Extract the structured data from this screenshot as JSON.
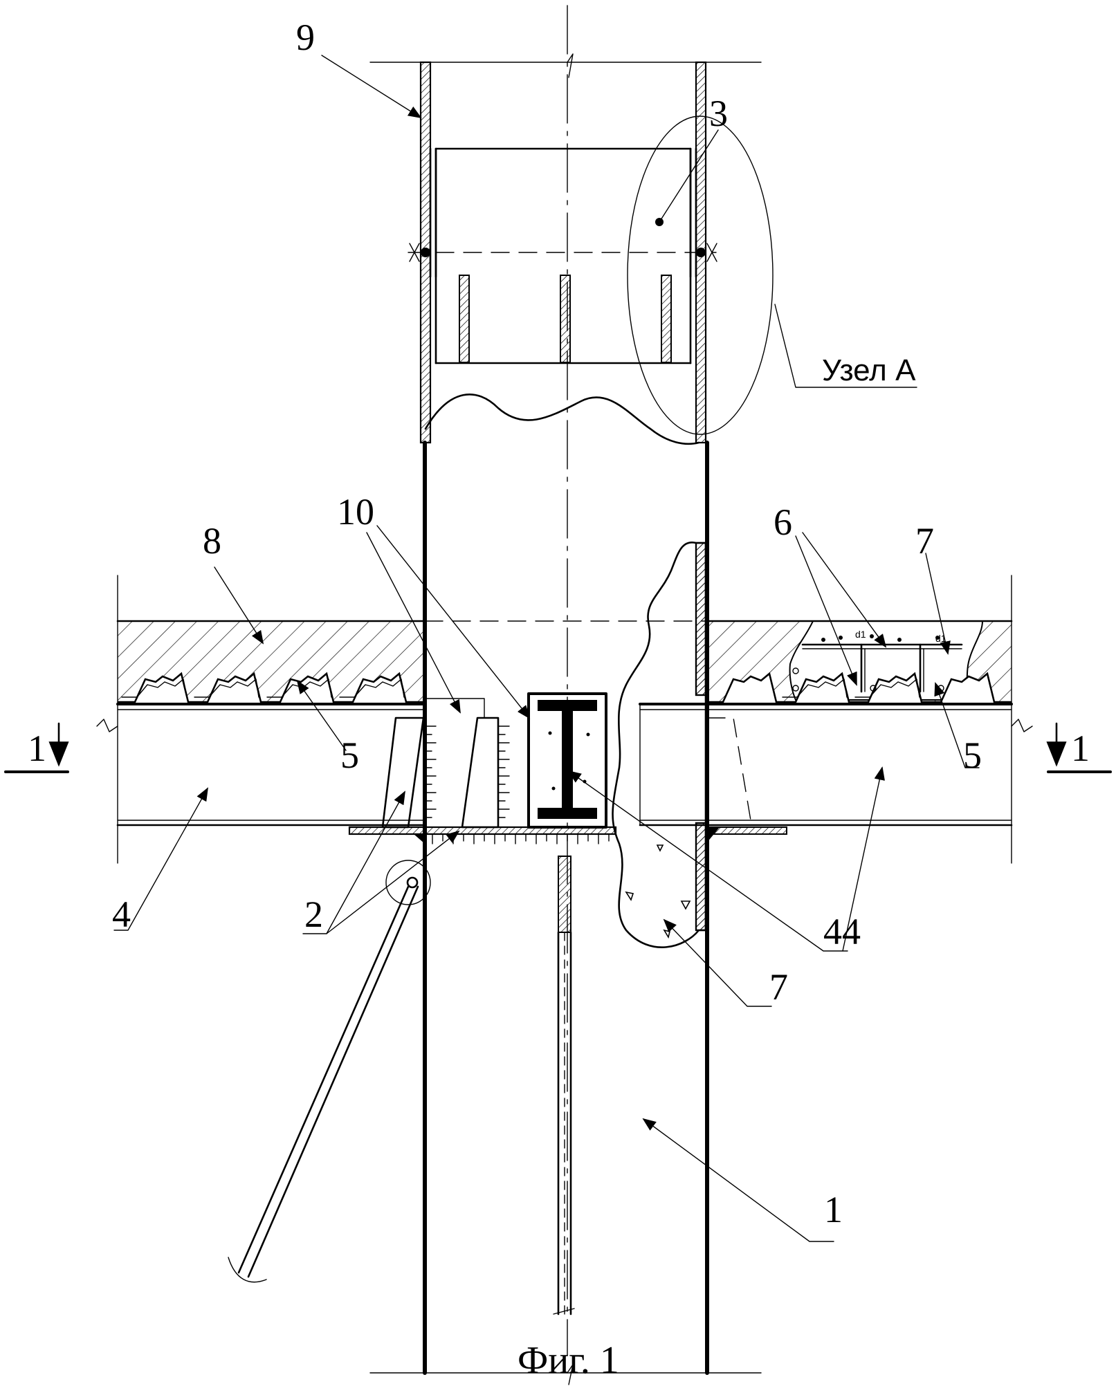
{
  "figure": {
    "caption": "Фиг. 1",
    "node_label": "Узел А",
    "section_mark": "1",
    "labels": [
      "1",
      "2",
      "3",
      "4",
      "4",
      "4",
      "5",
      "5",
      "6",
      "7",
      "7",
      "8",
      "9",
      "10"
    ],
    "small_annotations": [
      "d1",
      "d1"
    ]
  }
}
